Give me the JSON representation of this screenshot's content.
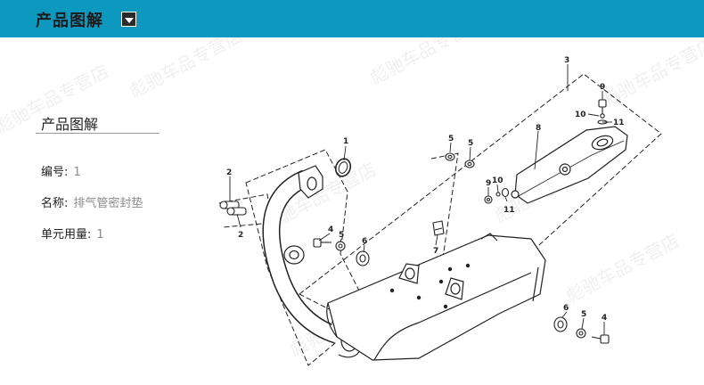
{
  "header": {
    "title": "产品图解"
  },
  "info": {
    "title": "产品图解",
    "rows": [
      {
        "label": "编号:",
        "value": "1"
      },
      {
        "label": "名称:",
        "value": "排气管密封垫"
      },
      {
        "label": "单元用量:",
        "value": "1"
      }
    ]
  },
  "watermark": "彪驰车品专营店",
  "diagram": {
    "callouts": [
      "1",
      "2",
      "2",
      "3",
      "4",
      "5",
      "6",
      "7",
      "5",
      "5",
      "8",
      "9",
      "10",
      "11",
      "9",
      "10",
      "11",
      "6",
      "5",
      "4"
    ]
  },
  "colors": {
    "header": "#0d99bf",
    "toggle": "#2b2b2b"
  },
  "icons": {
    "toggle": "triangle-down-icon"
  }
}
